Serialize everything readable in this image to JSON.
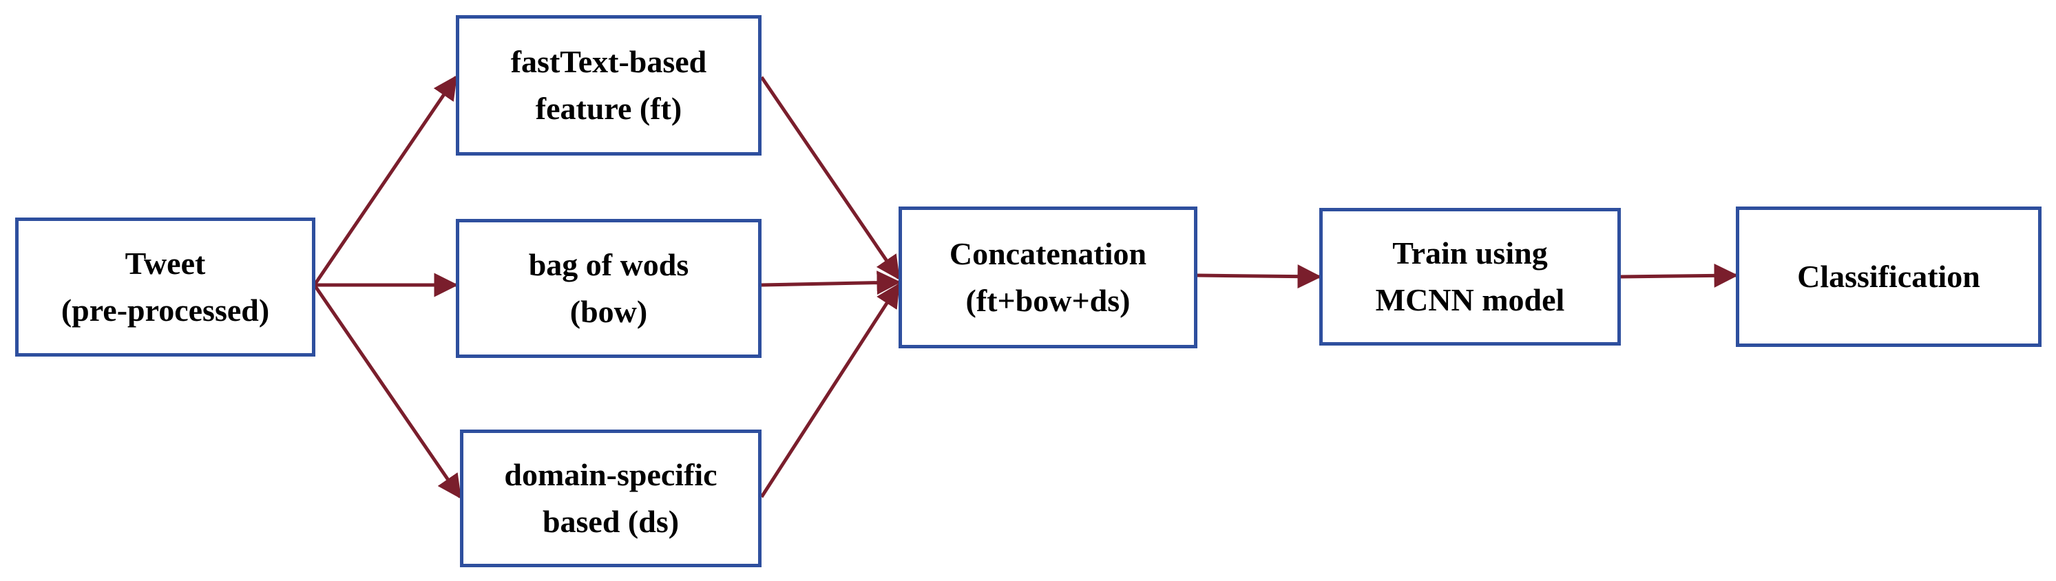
{
  "colors": {
    "box_border": "#2e4f9e",
    "arrow": "#7a1e2c",
    "text": "#000000",
    "background": "#ffffff"
  },
  "nodes": {
    "tweet": {
      "line1": "Tweet",
      "line2": "(pre-processed)"
    },
    "fasttext": {
      "line1": "fastText-based",
      "line2": "feature (ft)"
    },
    "bow": {
      "line1": "bag of wods",
      "line2": "(bow)"
    },
    "domain": {
      "line1": "domain-specific",
      "line2": "based (ds)"
    },
    "concat": {
      "line1": "Concatenation",
      "line2": "(ft+bow+ds)"
    },
    "train": {
      "line1": "Train using",
      "line2": "MCNN model"
    },
    "classify": {
      "line1": "Classification"
    }
  },
  "edges": [
    {
      "from": "tweet",
      "to": "fasttext"
    },
    {
      "from": "tweet",
      "to": "bow"
    },
    {
      "from": "tweet",
      "to": "domain"
    },
    {
      "from": "fasttext",
      "to": "concat"
    },
    {
      "from": "bow",
      "to": "concat"
    },
    {
      "from": "domain",
      "to": "concat"
    },
    {
      "from": "concat",
      "to": "train"
    },
    {
      "from": "train",
      "to": "classify"
    }
  ]
}
